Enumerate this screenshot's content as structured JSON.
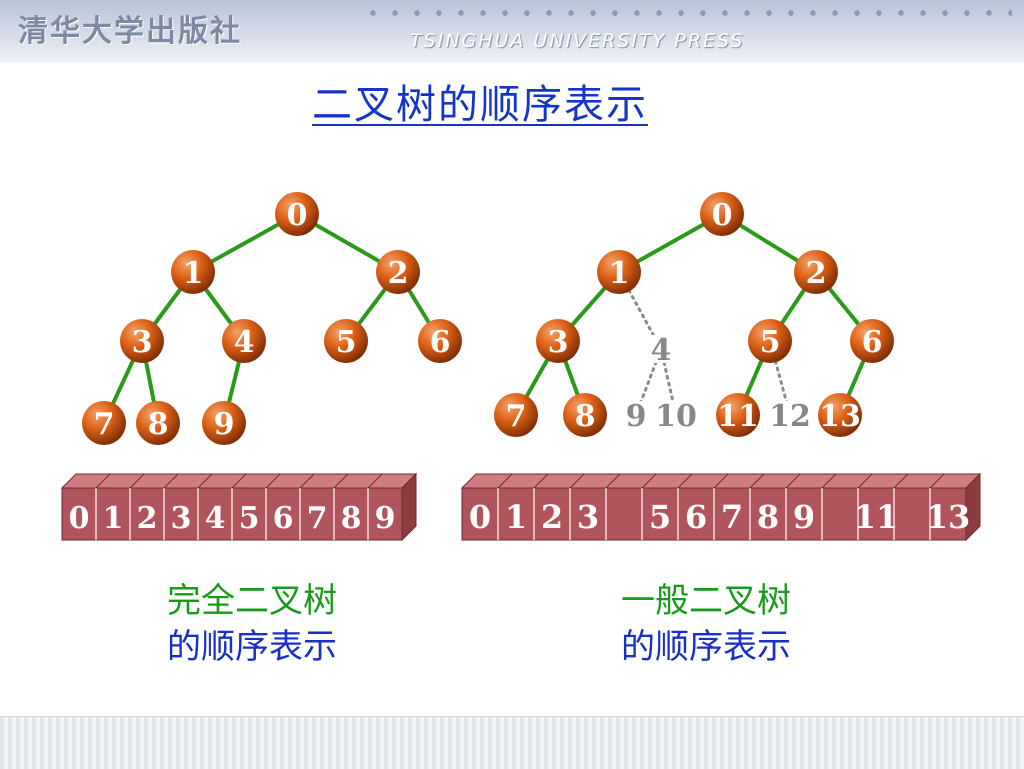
{
  "header": {
    "publisher": "清华大学出版社",
    "press": "TSINGHUA UNIVERSITY PRESS"
  },
  "title": "二叉树的顺序表示",
  "colors": {
    "title": "#1535c6",
    "edge": "#2a9a1a",
    "node": "#d85a10",
    "array": "#b0555c",
    "caption_green": "#1a9a1a",
    "caption_blue": "#1a2ec8",
    "ghost_text": "#888888"
  },
  "left_tree": {
    "nodes": [
      {
        "label": "0"
      },
      {
        "label": "1"
      },
      {
        "label": "2"
      },
      {
        "label": "3"
      },
      {
        "label": "4"
      },
      {
        "label": "5"
      },
      {
        "label": "6"
      },
      {
        "label": "7"
      },
      {
        "label": "8"
      },
      {
        "label": "9"
      }
    ],
    "edges": [
      [
        0,
        1
      ],
      [
        0,
        2
      ],
      [
        1,
        3
      ],
      [
        1,
        4
      ],
      [
        2,
        5
      ],
      [
        2,
        6
      ],
      [
        3,
        7
      ],
      [
        3,
        8
      ],
      [
        4,
        9
      ]
    ]
  },
  "right_tree": {
    "nodes": [
      {
        "label": "0",
        "present": true
      },
      {
        "label": "1",
        "present": true
      },
      {
        "label": "2",
        "present": true
      },
      {
        "label": "3",
        "present": true
      },
      {
        "label": "4",
        "present": false
      },
      {
        "label": "5",
        "present": true
      },
      {
        "label": "6",
        "present": true
      },
      {
        "label": "7",
        "present": true
      },
      {
        "label": "8",
        "present": true
      },
      {
        "label": "9",
        "present": false
      },
      {
        "label": "10",
        "present": false
      },
      {
        "label": "11",
        "present": true
      },
      {
        "label": "12",
        "present": false
      },
      {
        "label": "13",
        "present": true
      }
    ],
    "edges": [
      [
        0,
        1
      ],
      [
        0,
        2
      ],
      [
        1,
        3
      ],
      [
        2,
        5
      ],
      [
        2,
        6
      ],
      [
        3,
        7
      ],
      [
        3,
        8
      ],
      [
        5,
        11
      ],
      [
        6,
        13
      ]
    ],
    "dotted_edges": [
      [
        1,
        4
      ],
      [
        4,
        9
      ],
      [
        4,
        10
      ],
      [
        5,
        12
      ]
    ]
  },
  "left_array": {
    "cells": [
      "0",
      "1",
      "2",
      "3",
      "4",
      "5",
      "6",
      "7",
      "8",
      "9"
    ]
  },
  "right_array": {
    "cells": [
      "0",
      "1",
      "2",
      "3",
      "",
      "5",
      "6",
      "7",
      "8",
      "9",
      "",
      "11",
      "",
      "13"
    ]
  },
  "captions": {
    "left": {
      "line1": "完全二叉树",
      "line2": "的顺序表示"
    },
    "right": {
      "line1": "一般二叉树",
      "line2": "的顺序表示"
    }
  }
}
